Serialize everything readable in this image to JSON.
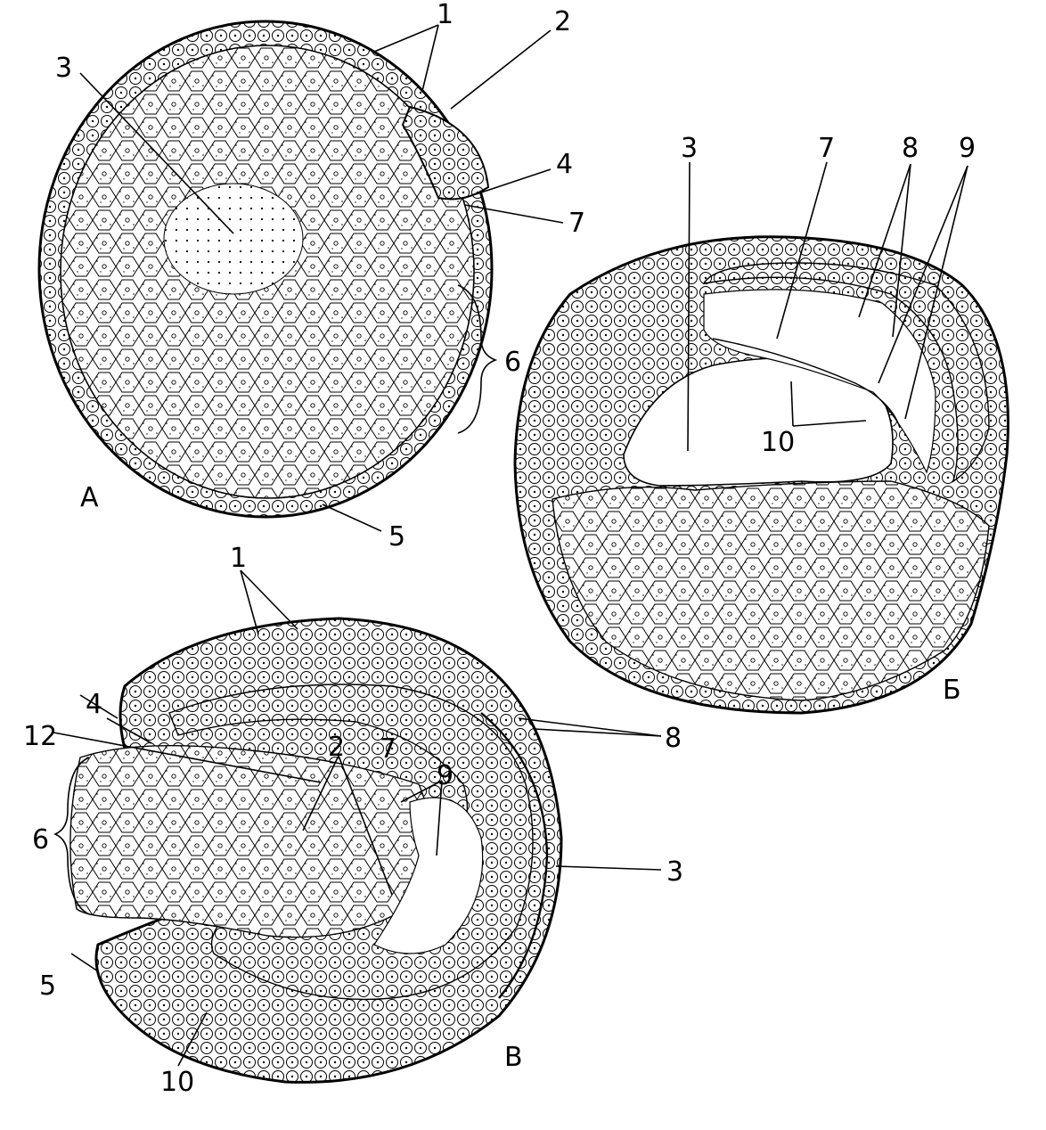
{
  "panels": {
    "A": {
      "letter": "А",
      "labels": {
        "l1": "1",
        "l2": "2",
        "l3": "3",
        "l4": "4",
        "l5": "5",
        "l6": "6",
        "l7": "7"
      }
    },
    "B": {
      "letter": "Б",
      "labels": {
        "l3": "3",
        "l7": "7",
        "l8": "8",
        "l9": "9",
        "l10": "10"
      }
    },
    "V": {
      "letter": "В",
      "labels": {
        "l1": "1",
        "l2": "2",
        "l3": "3",
        "l4": "4",
        "l5": "5",
        "l6": "6",
        "l7": "7",
        "l8": "8",
        "l9": "9",
        "l10": "10",
        "l12": "12"
      }
    }
  },
  "style": {
    "ink": "#000000",
    "paper": "#ffffff"
  }
}
